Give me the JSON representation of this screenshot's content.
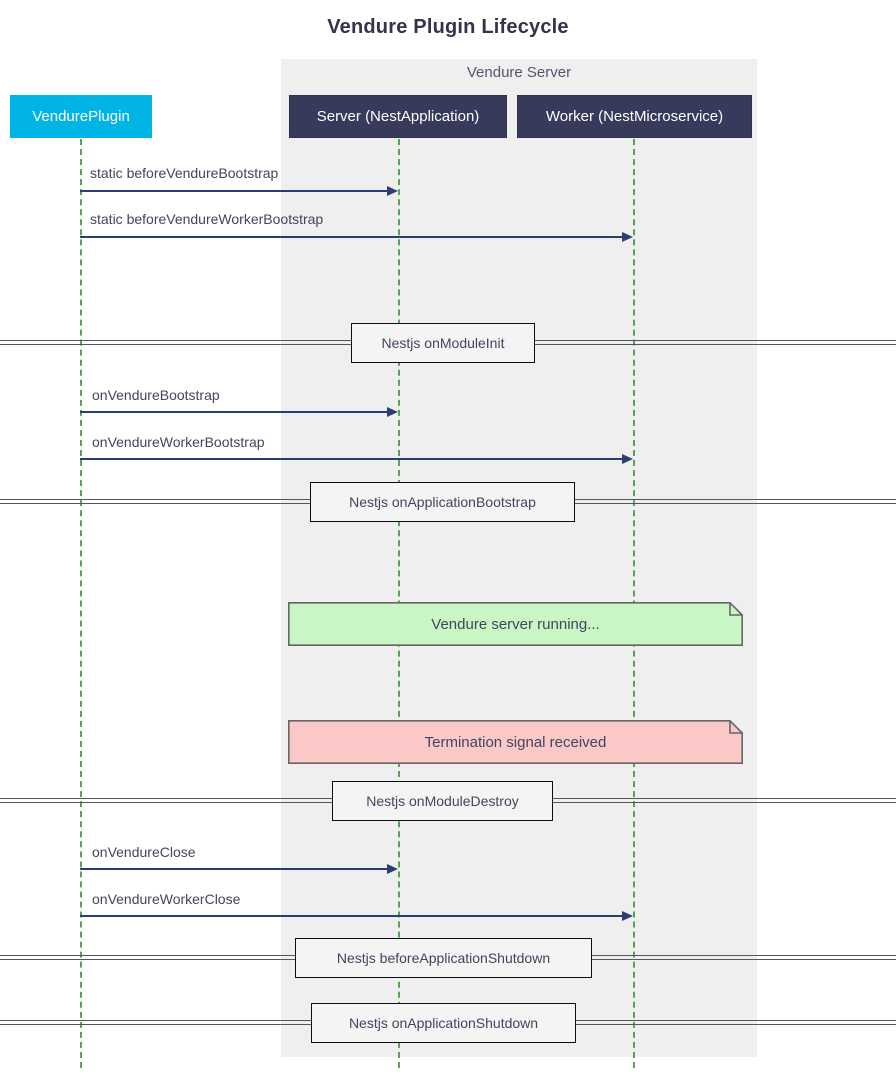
{
  "diagram": {
    "title": "Vendure Plugin Lifecycle",
    "type": "sequence-diagram",
    "colors": {
      "plugin_actor": "#00b4e6",
      "server_actor": "#383a5c",
      "group_background": "#efefef",
      "lifeline": "#57a353",
      "message": "#2a3e70",
      "note_running": "#c8f7c5",
      "note_terminate": "#fbc8c8"
    }
  },
  "group": {
    "label": "Vendure Server"
  },
  "participants": [
    {
      "id": "plugin",
      "label": "VendurePlugin",
      "style": "accent"
    },
    {
      "id": "server",
      "label": "Server (NestApplication)",
      "style": "dark"
    },
    {
      "id": "worker",
      "label": "Worker (NestMicroservice)",
      "style": "dark"
    }
  ],
  "messages": [
    {
      "label": "static beforeVendureBootstrap",
      "from": "plugin",
      "to": "server"
    },
    {
      "label": "static beforeVendureWorkerBootstrap",
      "from": "plugin",
      "to": "worker"
    },
    {
      "label": "onVendureBootstrap",
      "from": "plugin",
      "to": "server"
    },
    {
      "label": "onVendureWorkerBootstrap",
      "from": "plugin",
      "to": "worker"
    },
    {
      "label": "onVendureClose",
      "from": "plugin",
      "to": "server"
    },
    {
      "label": "onVendureWorkerClose",
      "from": "plugin",
      "to": "worker"
    }
  ],
  "dividers": [
    {
      "label": "Nestjs onModuleInit"
    },
    {
      "label": "Nestjs onApplicationBootstrap"
    },
    {
      "label": "Nestjs onModuleDestroy"
    },
    {
      "label": "Nestjs beforeApplicationShutdown"
    },
    {
      "label": "Nestjs onApplicationShutdown"
    }
  ],
  "notes": [
    {
      "label": "Vendure server running...",
      "kind": "running"
    },
    {
      "label": "Termination signal received",
      "kind": "terminate"
    }
  ]
}
